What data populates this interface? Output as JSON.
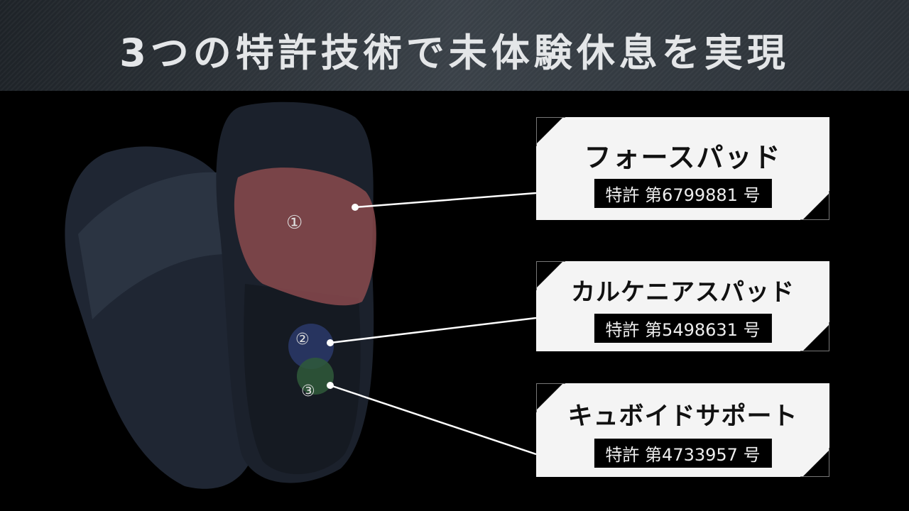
{
  "header": {
    "title": "3つの特許技術で未体験休息を実現"
  },
  "features": [
    {
      "marker": "①",
      "name": "フォースパッド",
      "patent": "特許 第6799881 号"
    },
    {
      "marker": "②",
      "name": "カルケニアスパッド",
      "patent": "特許 第5498631 号"
    },
    {
      "marker": "③",
      "name": "キュボイドサポート",
      "patent": "特許 第4733957 号"
    }
  ],
  "colors": {
    "force_pad": "#8a4a4e",
    "calcaneus_pad": "#2a3a6a",
    "cuboid_support": "#2f5a3a",
    "sandal": "#1f2633"
  }
}
